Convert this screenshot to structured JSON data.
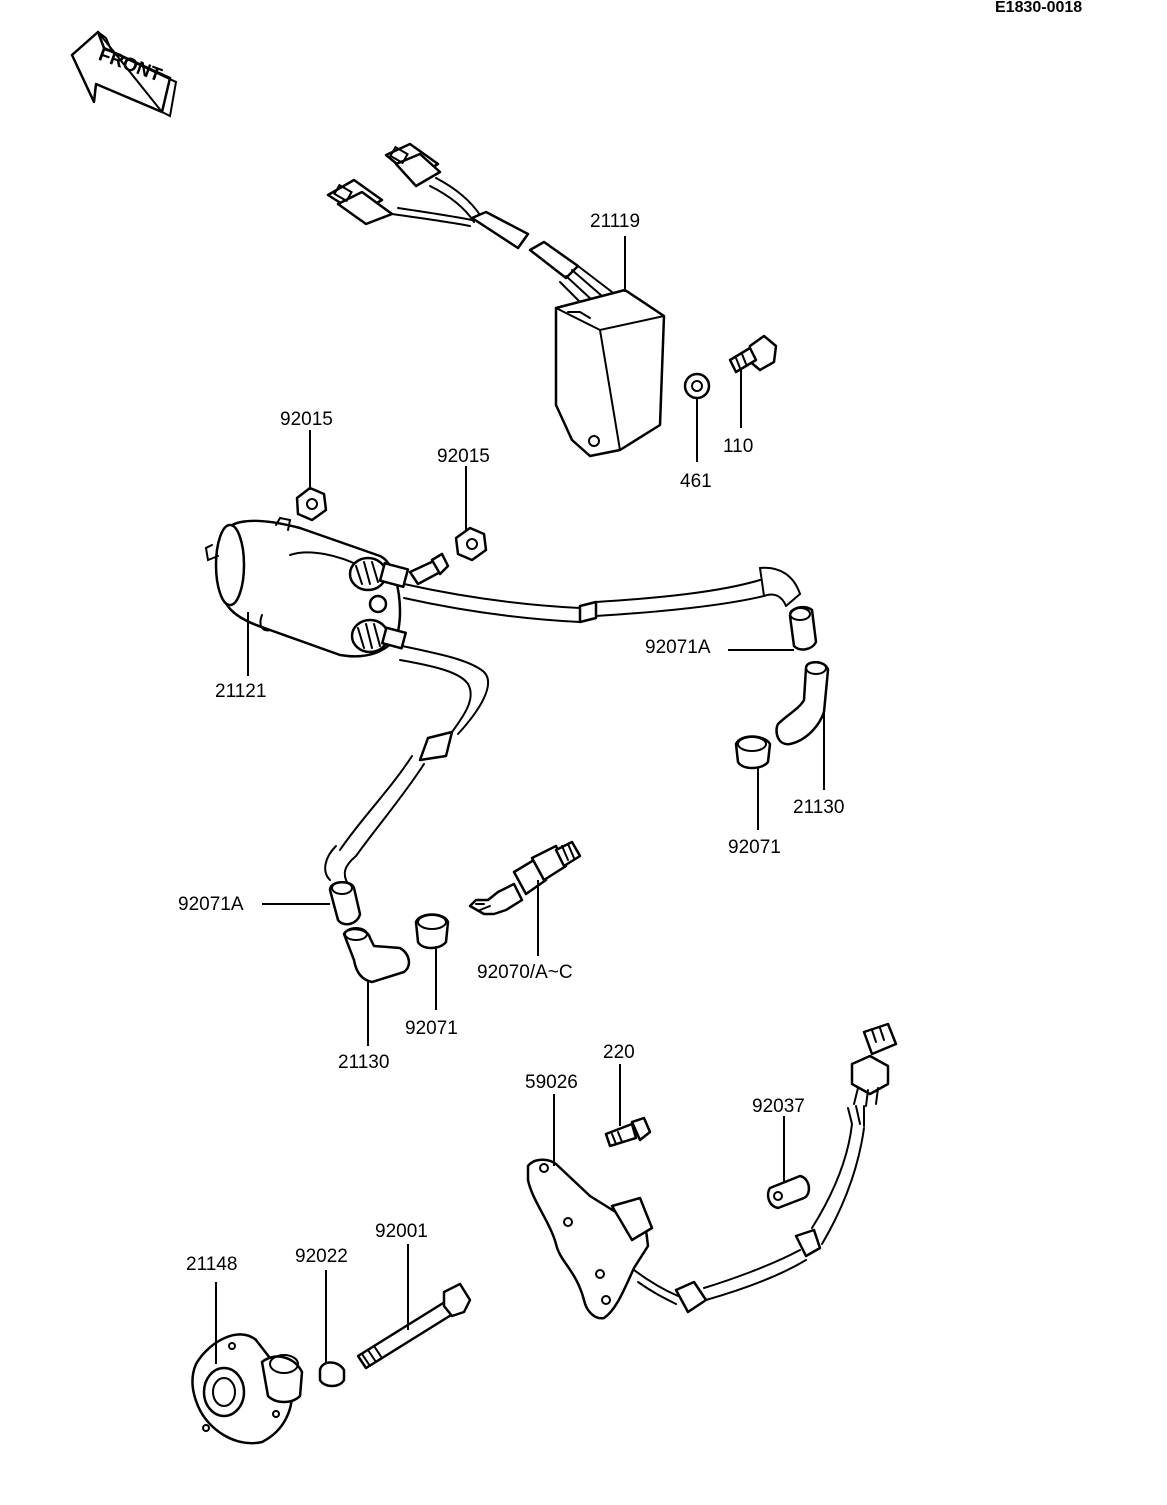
{
  "document": {
    "ref_code": "E1830-0018",
    "front_arrow_text": "FRONT"
  },
  "parts": {
    "p21119": "21119",
    "p110": "110",
    "p461": "461",
    "p92015_a": "92015",
    "p92015_b": "92015",
    "p21121": "21121",
    "p92071A_right": "92071A",
    "p21130_right": "21130",
    "p92071_right": "92071",
    "p92071A_left": "92071A",
    "p92070": "92070/A~C",
    "p21130_left": "21130",
    "p92071_left": "92071",
    "p220": "220",
    "p59026": "59026",
    "p92037": "92037",
    "p92001": "92001",
    "p21148": "21148",
    "p92022": "92022"
  }
}
